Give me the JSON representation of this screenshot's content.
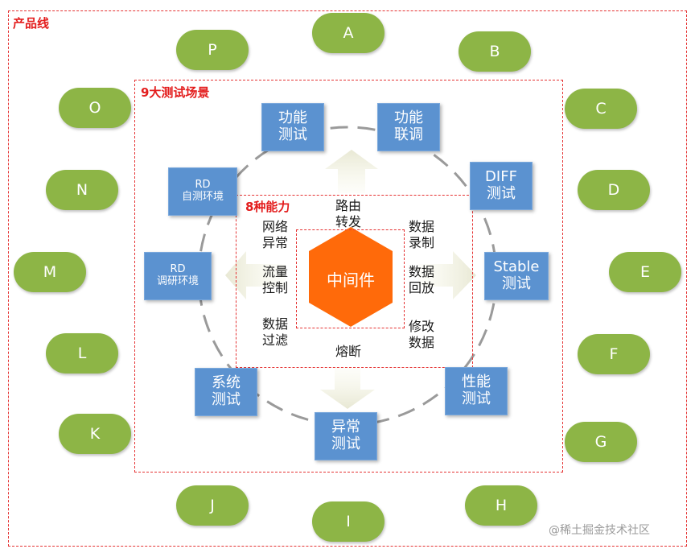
{
  "frames": {
    "product_line": "产品线",
    "scenarios": "9大测试场景",
    "capabilities": "8种能力"
  },
  "products": [
    "A",
    "B",
    "C",
    "D",
    "E",
    "F",
    "G",
    "H",
    "I",
    "J",
    "K",
    "L",
    "M",
    "N",
    "O",
    "P"
  ],
  "scenarios": [
    {
      "line1": "功能",
      "line2": "测试"
    },
    {
      "line1": "功能",
      "line2": "联调"
    },
    {
      "line1": "DIFF",
      "line2": "测试"
    },
    {
      "line1": "Stable",
      "line2": "测试"
    },
    {
      "line1": "性能",
      "line2": "测试"
    },
    {
      "line1": "异常",
      "line2": "测试"
    },
    {
      "line1": "系统",
      "line2": "测试"
    },
    {
      "line1": "RD",
      "line2": "调研环境"
    },
    {
      "line1": "RD",
      "line2": "自测环境"
    }
  ],
  "capabilities": [
    "路由\n转发",
    "数据\n录制",
    "数据\n回放",
    "修改\n数据",
    "熔断",
    "数据\n过滤",
    "流量\n控制",
    "网络\n异常"
  ],
  "core": "中间件",
  "watermark": "@稀土掘金技术社区",
  "colors": {
    "product": "#8db546",
    "scenario": "#5b92d0",
    "core": "#ff6a0a",
    "frame": "#e53333"
  }
}
